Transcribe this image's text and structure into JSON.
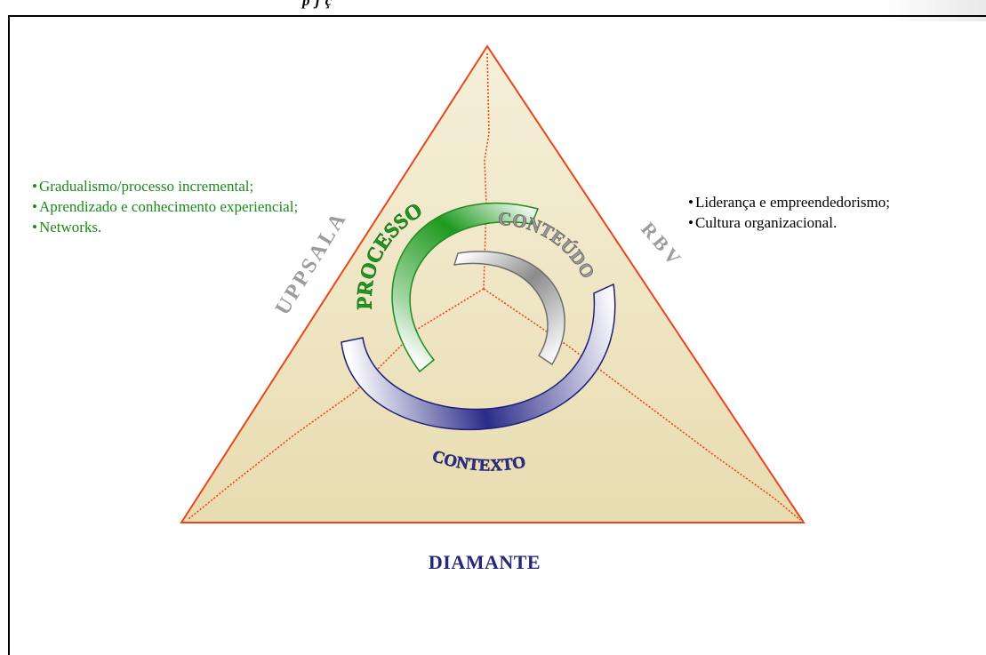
{
  "header": {
    "title_fragment": "p        j        ç"
  },
  "theories": {
    "uppsala": {
      "label": "UPPSALA",
      "points": [
        "Gradualismo/processo incremental;",
        "Aprendizado e conhecimento experiencial;",
        "Networks."
      ]
    },
    "rbv": {
      "label": "RBV",
      "points": [
        "Liderança e empreendedorismo;",
        "Cultura organizacional."
      ]
    },
    "diamante": {
      "label": "DIAMANTE"
    }
  },
  "arcs": {
    "processo": "PROCESSO",
    "conteudo": "CONTEÚDO",
    "contexto": "CONTEXTO"
  },
  "colors": {
    "triangle_fill": "#f1e9c9",
    "triangle_border": "#e8451c",
    "processo": "#1e9a1e",
    "conteudo": "#8c8c8c",
    "contexto": "#2c2c8a",
    "uppsala_text": "#1a8a1a",
    "diamante_text": "#26267a"
  }
}
